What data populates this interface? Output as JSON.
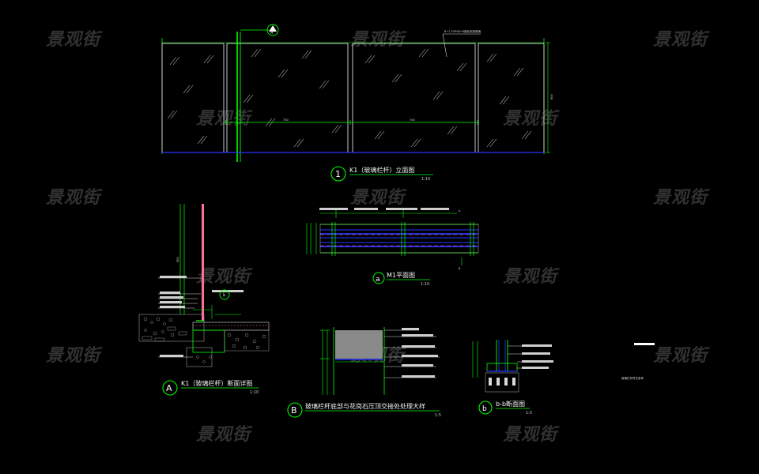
{
  "watermark_text": "景观街",
  "drawings": {
    "elevation": {
      "marker": "1",
      "title": "K1（玻璃栏杆）立面图",
      "scale": "1:10",
      "section_marker": "A",
      "leader_note": "8+1.52PVB+8钢化夹胶玻璃",
      "dim_left": "700",
      "dim_right": "700",
      "dim_height": "900"
    },
    "plan": {
      "marker": "a",
      "title": "M1平面图",
      "scale": "1:10",
      "end_label_top": "A",
      "end_label_bottom": "B"
    },
    "section_a": {
      "marker": "A",
      "title": "K1（玻璃栏杆）断面详图",
      "scale": "1:10",
      "callout": "b",
      "dim_height": "900"
    },
    "detail_b": {
      "marker": "B",
      "title": "玻璃栏杆底部与花岗石压顶交接处处理大样",
      "scale": "1:5"
    },
    "section_b": {
      "marker": "b",
      "title": "b-b断面图",
      "scale": "1:5"
    },
    "side_note": "玻璃栏杆样式参考"
  },
  "colors": {
    "background": "#000000",
    "frame_green": "#00ff00",
    "glass_edge": "#d9d9d9",
    "base_blue": "#2a35ff",
    "rod_red": "#ff6f93",
    "watermark": "#5a5a5a"
  }
}
